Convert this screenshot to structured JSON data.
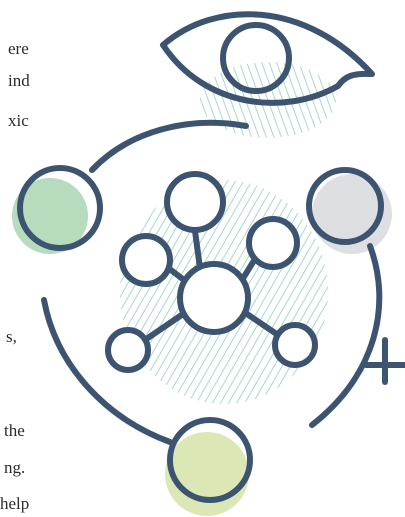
{
  "text_fragments": [
    "ere",
    "ind",
    "xic",
    "s,",
    "the",
    "ng.",
    "help"
  ],
  "illustration": {
    "stroke_color": "#3d5470",
    "hatch_color": "#a8d8cc",
    "node_fills": {
      "left": "#b7dbbd",
      "right": "#dedfe3",
      "bottom": "#dbe8b5"
    },
    "icons": [
      "eye-icon",
      "molecule-network-icon",
      "plus-icon"
    ]
  }
}
